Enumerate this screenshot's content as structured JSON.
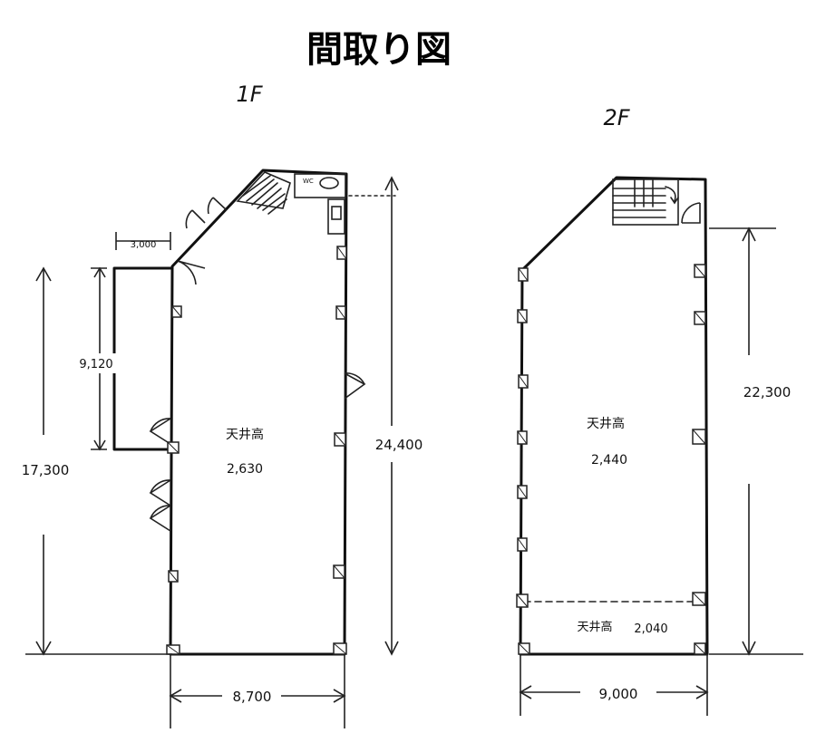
{
  "title": "間取り図",
  "floor1": {
    "label": "1F",
    "ceiling_label": "天井高",
    "ceiling_height": "2,630",
    "dims": {
      "annex_width": "3,000",
      "annex_height": "9,120",
      "total_length": "17,300",
      "main_length": "24,400",
      "width": "8,700"
    },
    "wc_label": "WC"
  },
  "floor2": {
    "label": "2F",
    "ceiling_label": "天井高",
    "ceiling_height": "2,440",
    "lower_ceiling_label": "天井高",
    "lower_ceiling_height": "2,040",
    "dims": {
      "length": "22,300",
      "width": "9,000"
    }
  }
}
